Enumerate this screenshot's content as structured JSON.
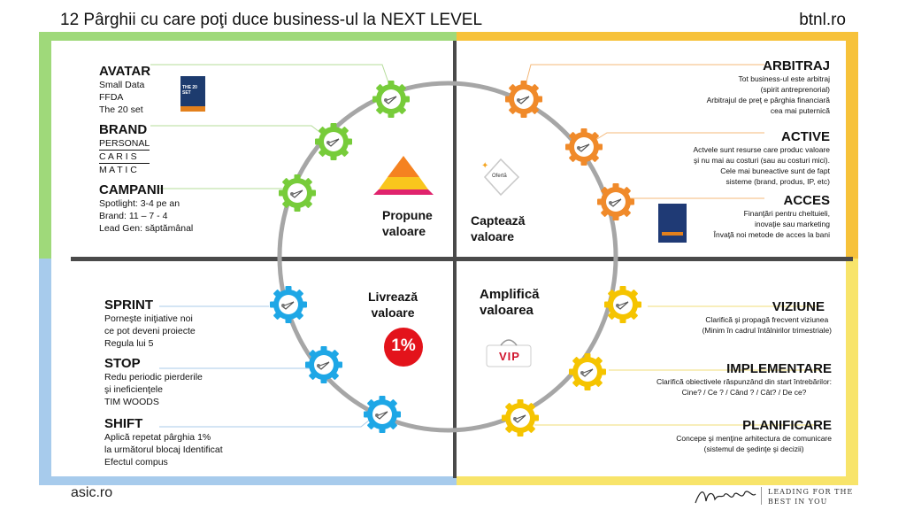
{
  "header": {
    "title": "12 Pârghii cu care poţi duce business-ul la NEXT LEVEL",
    "site": "btnl.ro"
  },
  "footer": {
    "left": "asic.ro",
    "tagline_1": "LEADING FOR THE",
    "tagline_2": "BEST IN YOU"
  },
  "colors": {
    "green": "#8dd35f",
    "orange": "#f5a623",
    "blue": "#9cc3e6",
    "yellow": "#f7e25c"
  },
  "quadrants": {
    "top_left": {
      "label_1": "Propune",
      "label_2": "valoare",
      "items": [
        {
          "title": "AVATAR",
          "lines": [
            "Small Data",
            "FFDA",
            "The 20 set"
          ]
        },
        {
          "title": "BRAND",
          "lines": [
            "PERSONAL",
            "C A R I S",
            "M A T I C"
          ]
        },
        {
          "title": "CAMPANII",
          "lines": [
            "Spotlight:  3-4 pe an",
            "Brand: 11 – 7  - 4",
            "Lead Gen: săptămânal"
          ]
        }
      ],
      "book_title": "THE 20 SET"
    },
    "top_right": {
      "label_1": "Captează",
      "label_2": "valoare",
      "offer_label": "Ofertă",
      "items": [
        {
          "title": "ARBITRAJ",
          "lines": [
            "Tot business-ul este arbitraj",
            "(spirit antreprenorial)",
            "Arbitrajul de preţ e pârghia financiară",
            "cea mai puternică"
          ]
        },
        {
          "title": "ACTIVE",
          "lines": [
            "Actvele sunt resurse care produc valoare",
            "şi nu mai au costuri  (sau au costuri mici).",
            "Cele mai buneactive sunt de fapt",
            "sisteme (brand, produs, IP, etc)"
          ]
        },
        {
          "title": "ACCES",
          "lines": [
            "Finanţări pentru cheltuieli,",
            "inovaţie sau marketing",
            "Învaţă noi metode de acces la bani"
          ]
        }
      ]
    },
    "bottom_left": {
      "label_1": "Livrează",
      "label_2": "valoare",
      "badge": "1%",
      "items": [
        {
          "title": "SPRINT",
          "lines": [
            "Porneşte iniţiative noi",
            "ce pot deveni proiecte",
            "Regula lui 5"
          ]
        },
        {
          "title": "STOP",
          "lines": [
            "Redu periodic pierderile",
            "şi ineficienţele",
            "TIM WOODS"
          ]
        },
        {
          "title": "SHIFT",
          "lines": [
            "Aplică repetat pârghia 1%",
            "la următorul blocaj Identificat",
            "Efectul compus"
          ]
        }
      ]
    },
    "bottom_right": {
      "label_1": "Amplifică",
      "label_2": "valoarea",
      "vip": "VIP",
      "items": [
        {
          "title": "VIZIUNE",
          "lines": [
            "Clarifică şi propagă frecvent viziunea",
            "(Minim în cadrul întâlnirilor trimestriale)"
          ]
        },
        {
          "title": "IMPLEMENTARE",
          "lines": [
            "Clarifică obiectivele răspunzând din start întrebărilor:",
            "Cine? / Ce ? / Când ? / Cât? / De ce?"
          ]
        },
        {
          "title": "PLANIFICARE",
          "lines": [
            "Concepe şi menţine arhitectura de comunicare",
            "(sistemul de şedinţe şi decizii)"
          ]
        }
      ]
    }
  }
}
